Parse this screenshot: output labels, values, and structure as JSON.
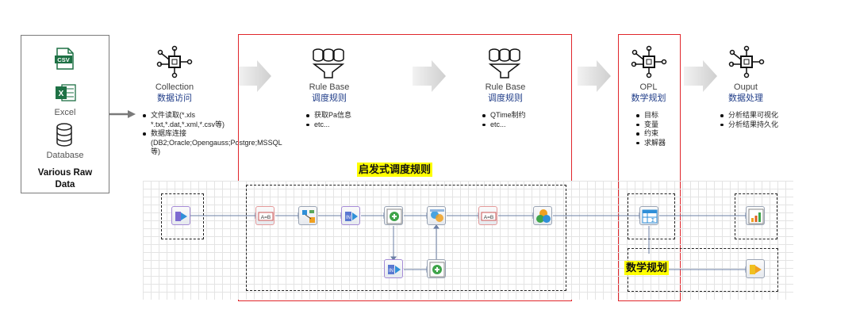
{
  "raw_data": {
    "csv_label": "CSV",
    "excel_label": "Excel",
    "database_label": "Database",
    "title_line1": "Various Raw",
    "title_line2": "Data"
  },
  "stages": {
    "collection": {
      "en": "Collection",
      "cn": "数据访问",
      "bullets": [
        "文件读取(*.xls *.txt,*.dat,*.xml,*.csv等)",
        "数据库连接(DB2;Oracle;Opengauss;Postgre;MSSQL等)"
      ]
    },
    "rule_base_1": {
      "en": "Rule Base",
      "cn": "调度规则",
      "bullets": [
        "获取Pa信息",
        "etc..."
      ]
    },
    "rule_base_2": {
      "en": "Rule Base",
      "cn": "调度规则",
      "bullets": [
        "QTime制约",
        "etc..."
      ]
    },
    "opl": {
      "en": "OPL",
      "cn": "数学规划",
      "bullets": [
        "目标",
        "变量",
        "约束",
        "求解器"
      ]
    },
    "output": {
      "en": "Ouput",
      "cn": "数据处理",
      "bullets": [
        "分析结果可视化",
        "分析结果持久化"
      ]
    }
  },
  "highlight_labels": {
    "heuristic": "启发式调度规则",
    "math": "数学规划"
  },
  "node_labels": {
    "assign": "A=B"
  },
  "colors": {
    "red_frame": "#e0262b",
    "highlight": "#ffff00",
    "stage_cn": "#1f3c88"
  }
}
